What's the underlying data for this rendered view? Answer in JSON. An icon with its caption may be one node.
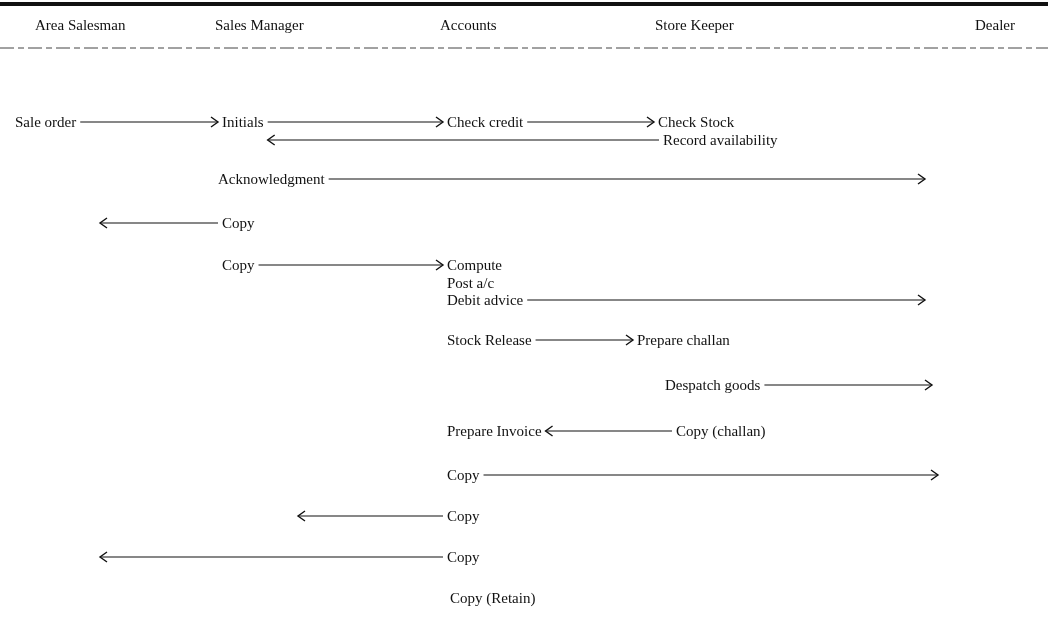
{
  "diagram": {
    "nodes": [
      {
        "text": [
          "Sale order"
        ]
      },
      {
        "text": [
          "Initials"
        ]
      },
      {
        "text": [
          "Check credit"
        ]
      },
      {
        "text": [
          "Check Stock"
        ]
      },
      {
        "text": [
          "Record availability"
        ]
      },
      {
        "text": [
          "Acknowledgment"
        ]
      },
      {
        "text": [
          "Copy"
        ]
      },
      {
        "text": [
          "Copy"
        ]
      },
      {
        "text": [
          "Compute"
        ]
      },
      {
        "text": [
          "Debit advice"
        ]
      },
      {
        "text": [
          "Stock Release"
        ]
      },
      {
        "text": [
          "Prepare challan"
        ]
      },
      {
        "text": [
          "Despatch goods"
        ]
      },
      {
        "text": [
          "Prepare Invoice"
        ]
      },
      {
        "text": [
          "Copy (challan)"
        ]
      },
      {
        "text": [
          "Copy"
        ]
      },
      {
        "text": [
          "Copy"
        ]
      },
      {
        "text": [
          "Copy"
        ]
      }
    ],
    "edges": [
      {
        "from": 0,
        "to": 1,
        "arrow": "to"
      },
      {
        "from": 1,
        "to": 2,
        "arrow": "to"
      },
      {
        "from": 2,
        "to": 3,
        "arrow": "to"
      },
      {
        "from": 4,
        "to": 1,
        "arrow": "to"
      },
      {
        "from": 5,
        "to": null,
        "arrow": "to"
      },
      {
        "from": 6,
        "to": null,
        "arrow": "to"
      },
      {
        "from": 7,
        "to": 8,
        "arrow": "to"
      },
      {
        "from": 9,
        "to": null,
        "arrow": "to"
      },
      {
        "from": 10,
        "to": 11,
        "arrow": "to"
      },
      {
        "from": 12,
        "to": null,
        "arrow": "to"
      },
      {
        "from": 14,
        "to": 13,
        "arrow": "to"
      },
      {
        "from": 15,
        "to": null,
        "arrow": "to"
      },
      {
        "from": 16,
        "to": null,
        "arrow": "to"
      },
      {
        "from": 17,
        "to": null,
        "arrow": "to"
      }
    ],
    "labels": [
      "Area Salesman",
      "Sales Manager",
      "Accounts",
      "Store Keeper",
      "Dealer",
      "Post a/c",
      "Copy (Retain)"
    ]
  }
}
